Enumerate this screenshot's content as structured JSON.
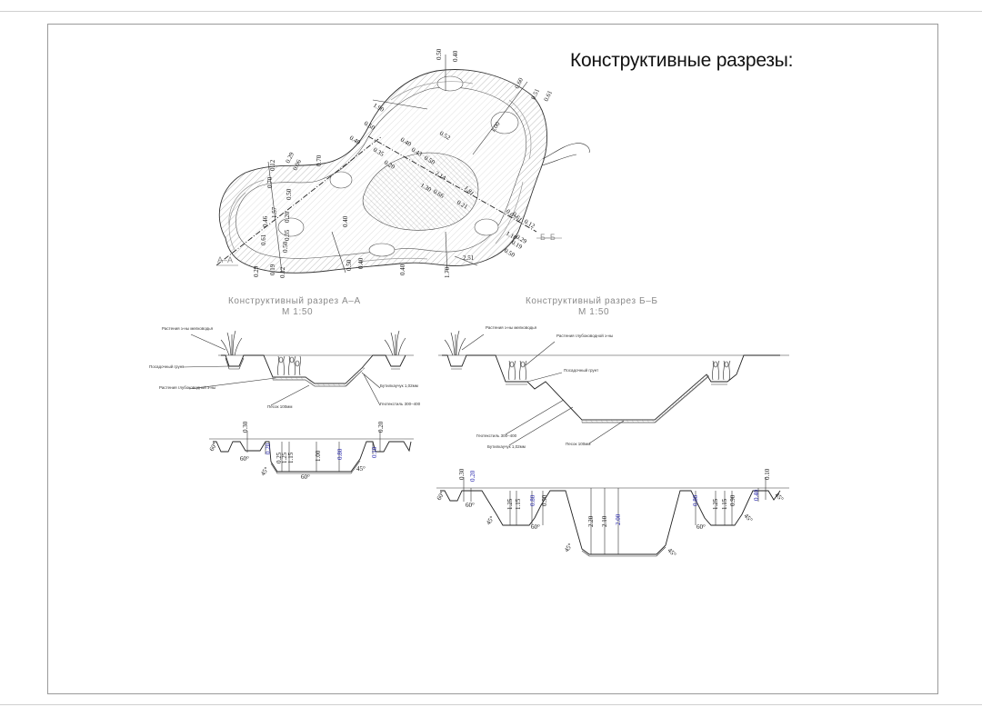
{
  "title": "Конструктивные разрезы:",
  "plan": {
    "section_marks": [
      "А–А",
      "Б–Б"
    ],
    "dims": [
      {
        "t": "0.50"
      },
      {
        "t": "0.40"
      },
      {
        "t": "0.60"
      },
      {
        "t": "0.51"
      },
      {
        "t": "0.61"
      },
      {
        "t": "1.90"
      },
      {
        "t": "0.52"
      },
      {
        "t": "1.00"
      },
      {
        "t": "0.50"
      },
      {
        "t": "0.40"
      },
      {
        "t": "0.40"
      },
      {
        "t": "0.35"
      },
      {
        "t": "0.43"
      },
      {
        "t": "0.20"
      },
      {
        "t": "0.50"
      },
      {
        "t": "0.70"
      },
      {
        "t": "0.12"
      },
      {
        "t": "0.29"
      },
      {
        "t": "0.06"
      },
      {
        "t": "0.70"
      },
      {
        "t": "0.50"
      },
      {
        "t": "2.14"
      },
      {
        "t": "1.30"
      },
      {
        "t": "0.66"
      },
      {
        "t": "1.81"
      },
      {
        "t": "0.21"
      },
      {
        "t": "0.46"
      },
      {
        "t": "1.57"
      },
      {
        "t": "0.20"
      },
      {
        "t": "0.61"
      },
      {
        "t": "0.35"
      },
      {
        "t": "0.50"
      },
      {
        "t": "0.40"
      },
      {
        "t": "0.07"
      },
      {
        "t": "0.61"
      },
      {
        "t": "0.12"
      },
      {
        "t": "0.29"
      },
      {
        "t": "1.10"
      },
      {
        "t": "0.19"
      },
      {
        "t": "0.50"
      },
      {
        "t": "0.29"
      },
      {
        "t": "0.19"
      },
      {
        "t": "0.12"
      },
      {
        "t": "0.50"
      },
      {
        "t": "0.40"
      },
      {
        "t": "0.40"
      },
      {
        "t": "1.70"
      },
      {
        "t": "2.51"
      }
    ]
  },
  "section_aa": {
    "caption": "Конструктивный разрез А–А",
    "scale": "М 1:50",
    "labels": [
      "Растения з-ны мелководья",
      "Посадочный грунт",
      "Растения глубоководной з-ны",
      "Песок 100мм",
      "Бутилкаучук 1,02мм",
      "Геотекстиль 300–400"
    ],
    "dims": [
      "0.30",
      "0.20",
      "0.25",
      "1.25",
      "1.15",
      "1.00",
      "0.80",
      "0.10",
      "0.20"
    ],
    "angles": [
      "60°",
      "60°",
      "45°",
      "60°",
      "45°"
    ]
  },
  "section_bb": {
    "caption": "Конструктивный разрез Б–Б",
    "scale": "М 1:50",
    "labels": [
      "Растения з-ны мелководья",
      "Растения глубоководной з-ны",
      "Посадочный грунт",
      "Геотекстиль 300–400",
      "Бутилкаучук 1,02мм",
      "Песок 100мм"
    ],
    "dims": [
      "0.30",
      "0.20",
      "1.25",
      "1.15",
      "0.80",
      "0.90",
      "2.20",
      "2.10",
      "2.00",
      "0.80",
      "1.25",
      "1.15",
      "0.90",
      "0.40",
      "0.10"
    ],
    "angles": [
      "60°",
      "60°",
      "45°",
      "60°",
      "45°",
      "45°",
      "60°",
      "45°",
      "45°"
    ]
  }
}
